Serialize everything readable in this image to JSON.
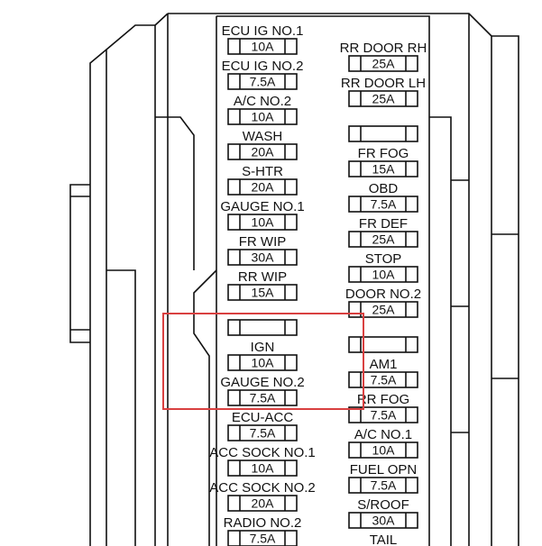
{
  "left_column": [
    {
      "label": "ECU IG NO.1",
      "rating": "10A"
    },
    {
      "label": "ECU IG NO.2",
      "rating": "7.5A"
    },
    {
      "label": "A/C NO.2",
      "rating": "10A"
    },
    {
      "label": "WASH",
      "rating": "20A"
    },
    {
      "label": "S-HTR",
      "rating": "20A"
    },
    {
      "label": "GAUGE NO.1",
      "rating": "10A"
    },
    {
      "label": "FR WIP",
      "rating": "30A"
    },
    {
      "label": "RR WIP",
      "rating": "15A"
    },
    {
      "label": "",
      "rating": ""
    },
    {
      "label": "IGN",
      "rating": "10A"
    },
    {
      "label": "GAUGE NO.2",
      "rating": "7.5A"
    },
    {
      "label": "ECU-ACC",
      "rating": "7.5A"
    },
    {
      "label": "ACC SOCK NO.1",
      "rating": "10A"
    },
    {
      "label": "ACC SOCK NO.2",
      "rating": "20A"
    },
    {
      "label": "RADIO NO.2",
      "rating": "7.5A"
    }
  ],
  "right_column": [
    {
      "label": "RR DOOR RH",
      "rating": "25A"
    },
    {
      "label": "RR DOOR LH",
      "rating": "25A"
    },
    {
      "label": "",
      "rating": ""
    },
    {
      "label": "FR FOG",
      "rating": "15A"
    },
    {
      "label": "OBD",
      "rating": "7.5A"
    },
    {
      "label": "FR DEF",
      "rating": "25A"
    },
    {
      "label": "STOP",
      "rating": "10A"
    },
    {
      "label": "DOOR NO.2",
      "rating": "25A"
    },
    {
      "label": "",
      "rating": ""
    },
    {
      "label": "AM1",
      "rating": "7.5A"
    },
    {
      "label": "RR FOG",
      "rating": "7.5A"
    },
    {
      "label": "A/C NO.1",
      "rating": "10A"
    },
    {
      "label": "FUEL OPN",
      "rating": "7.5A"
    },
    {
      "label": "S/ROOF",
      "rating": "30A"
    },
    {
      "label": "TAIL",
      "rating": ""
    }
  ],
  "highlight_color": "#d94040",
  "line_color": "#111111"
}
